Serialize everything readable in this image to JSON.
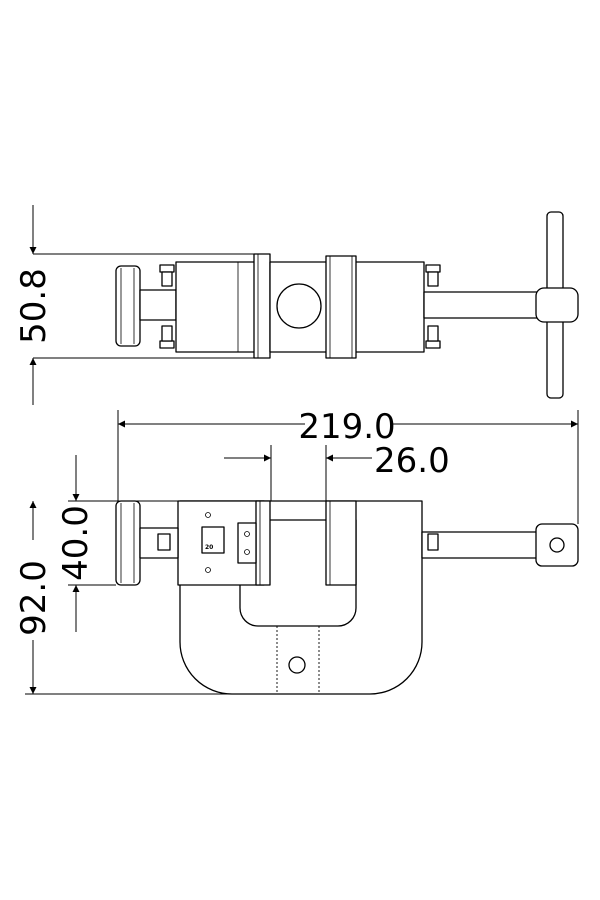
{
  "dimensions": {
    "top_height": "50.8",
    "overall_width": "219.0",
    "gap_width": "26.0",
    "jaw_height": "40.0",
    "overall_height": "92.0"
  },
  "label_plate": {
    "text": "20"
  }
}
